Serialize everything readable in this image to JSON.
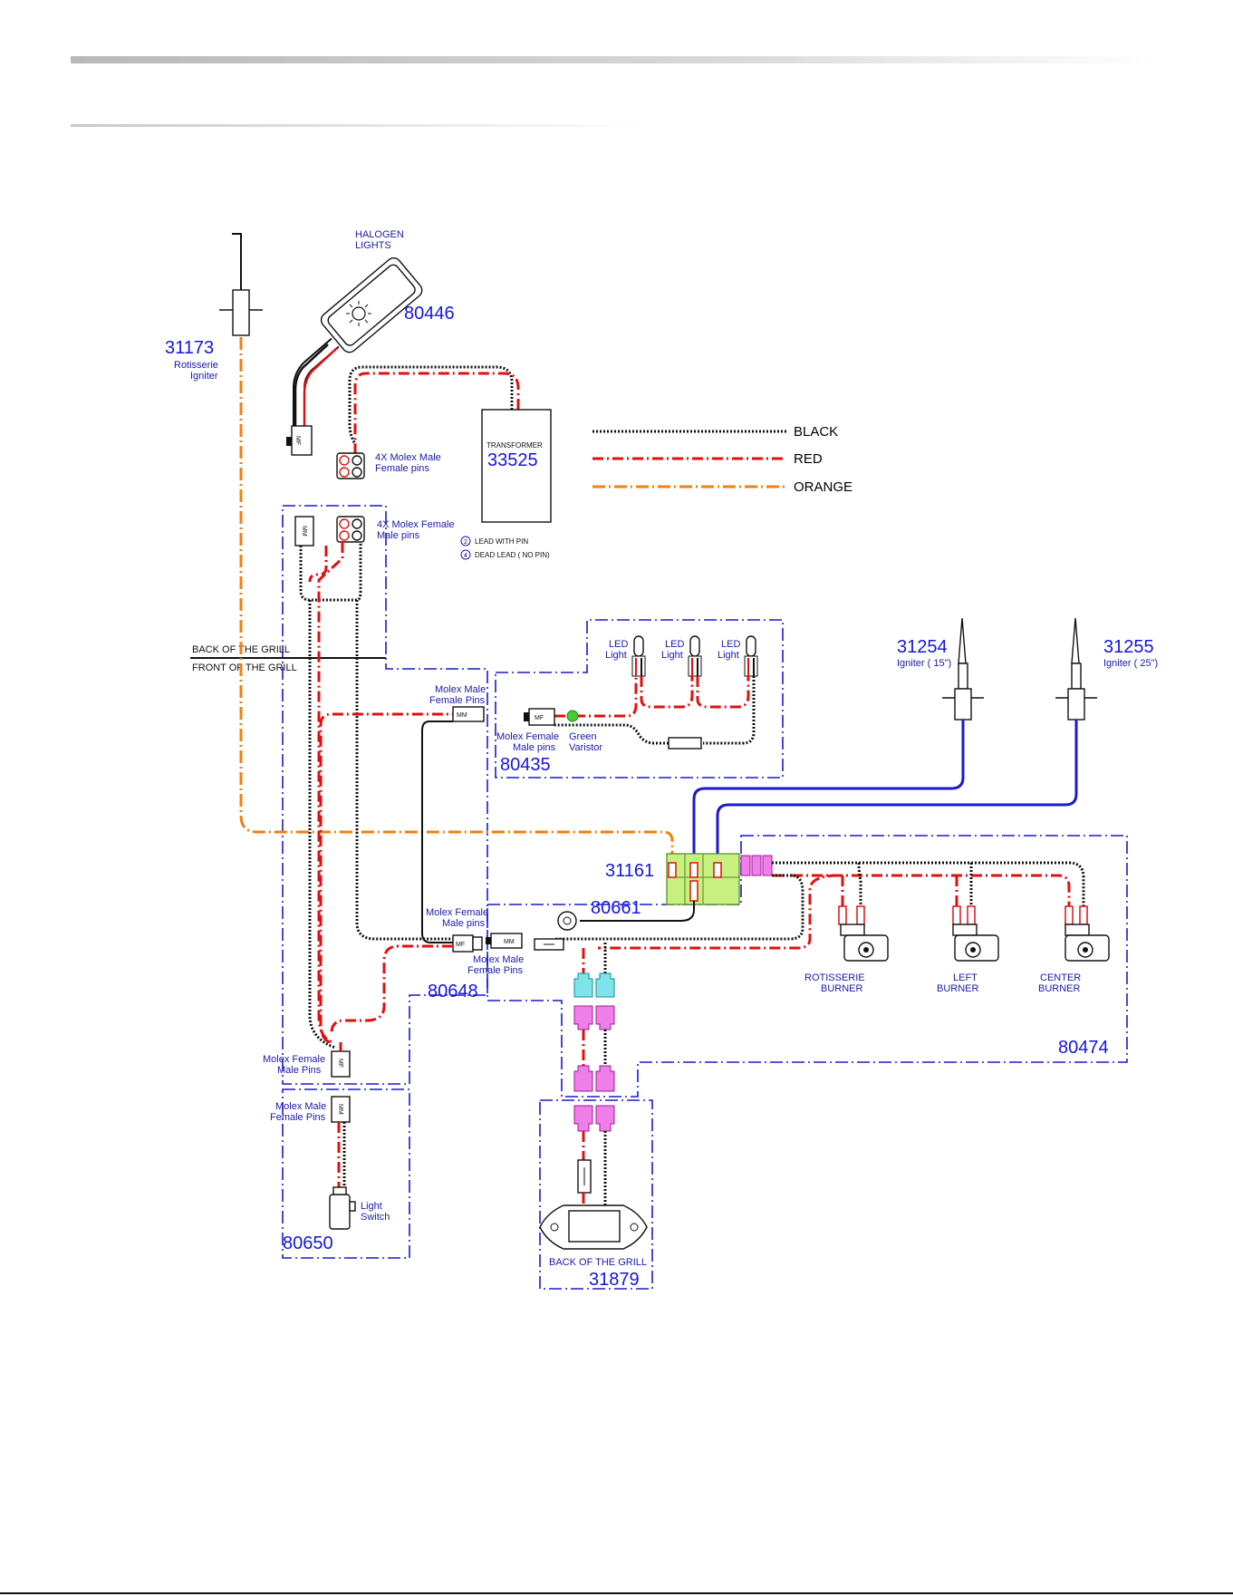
{
  "header": {
    "bar_color": "#c0c0c0"
  },
  "colors": {
    "blue": "#1a1acc",
    "black": "#111111",
    "red": "#e01010",
    "orange": "#f08010",
    "green": "#c8f080",
    "cyan": "#7fe3ea",
    "magenta": "#ee7ee8"
  },
  "legend": {
    "black": "BLACK",
    "red": "RED",
    "orange": "ORANGE"
  },
  "parts": {
    "p31173": {
      "number": "31173",
      "label1": "Rotisserie",
      "label2": "Igniter"
    },
    "p80446": {
      "number": "80446",
      "label1": "HALOGEN",
      "label2": "LIGHTS"
    },
    "p33525": {
      "number": "33525",
      "label": "TRANSFORMER"
    },
    "p80435": {
      "number": "80435"
    },
    "p31254": {
      "number": "31254",
      "label": "Igniter  ( 15\")"
    },
    "p31255": {
      "number": "31255",
      "label": "Igniter  ( 25\")"
    },
    "p31161": {
      "number": "31161"
    },
    "p80661": {
      "number": "80661"
    },
    "p80648": {
      "number": "80648"
    },
    "p80474": {
      "number": "80474"
    },
    "p80650": {
      "number": "80650"
    },
    "p31879": {
      "number": "31879",
      "label": "BACK OF THE GRILL"
    }
  },
  "labels": {
    "molex_4x_male_1": "4X Molex Male",
    "molex_4x_male_2": "Female pins",
    "molex_4x_female_1": "4X Molex Female",
    "molex_4x_female_2": "Male pins",
    "lead_with_pin": "LEAD WITH PIN",
    "dead_lead": "DEAD LEAD  ( NO PIN)",
    "pin_2": "2",
    "pin_4": "4",
    "back_of_grill": "BACK OF THE GRILL",
    "front_of_grill": "FRONT OF THE GRILL",
    "led_light_1": "LED",
    "led_light_2": "Light",
    "molex_male_female_pins_1": "Molex Male",
    "molex_male_female_pins_2": "Female Pins",
    "molex_female_male_pins_1": "Molex Female",
    "molex_female_male_pins_2": "Male pins",
    "green_varistor_1": "Green",
    "green_varistor_2": "Varistor",
    "molex_female_male_pins_b1": "Molex Female",
    "molex_female_male_pins_b2": "Male pins",
    "molex_male_female_pins_b1": "Molex Male",
    "molex_male_female_pins_b2": "Female Pins",
    "molex_female_male_pins_c1": "Molex Female",
    "molex_female_male_pins_c2": "Male Pins",
    "molex_male_female_pins_c1": "Molex Male",
    "molex_male_female_pins_c2": "Female Pins",
    "light_switch_1": "Light",
    "light_switch_2": "Switch",
    "rotisserie_burner_1": "ROTISSERIE",
    "rotisserie_burner_2": "BURNER",
    "left_burner_1": "LEFT",
    "left_burner_2": "BURNER",
    "center_burner_1": "CENTER",
    "center_burner_2": "BURNER",
    "mf": "MF",
    "mm": "MM"
  }
}
